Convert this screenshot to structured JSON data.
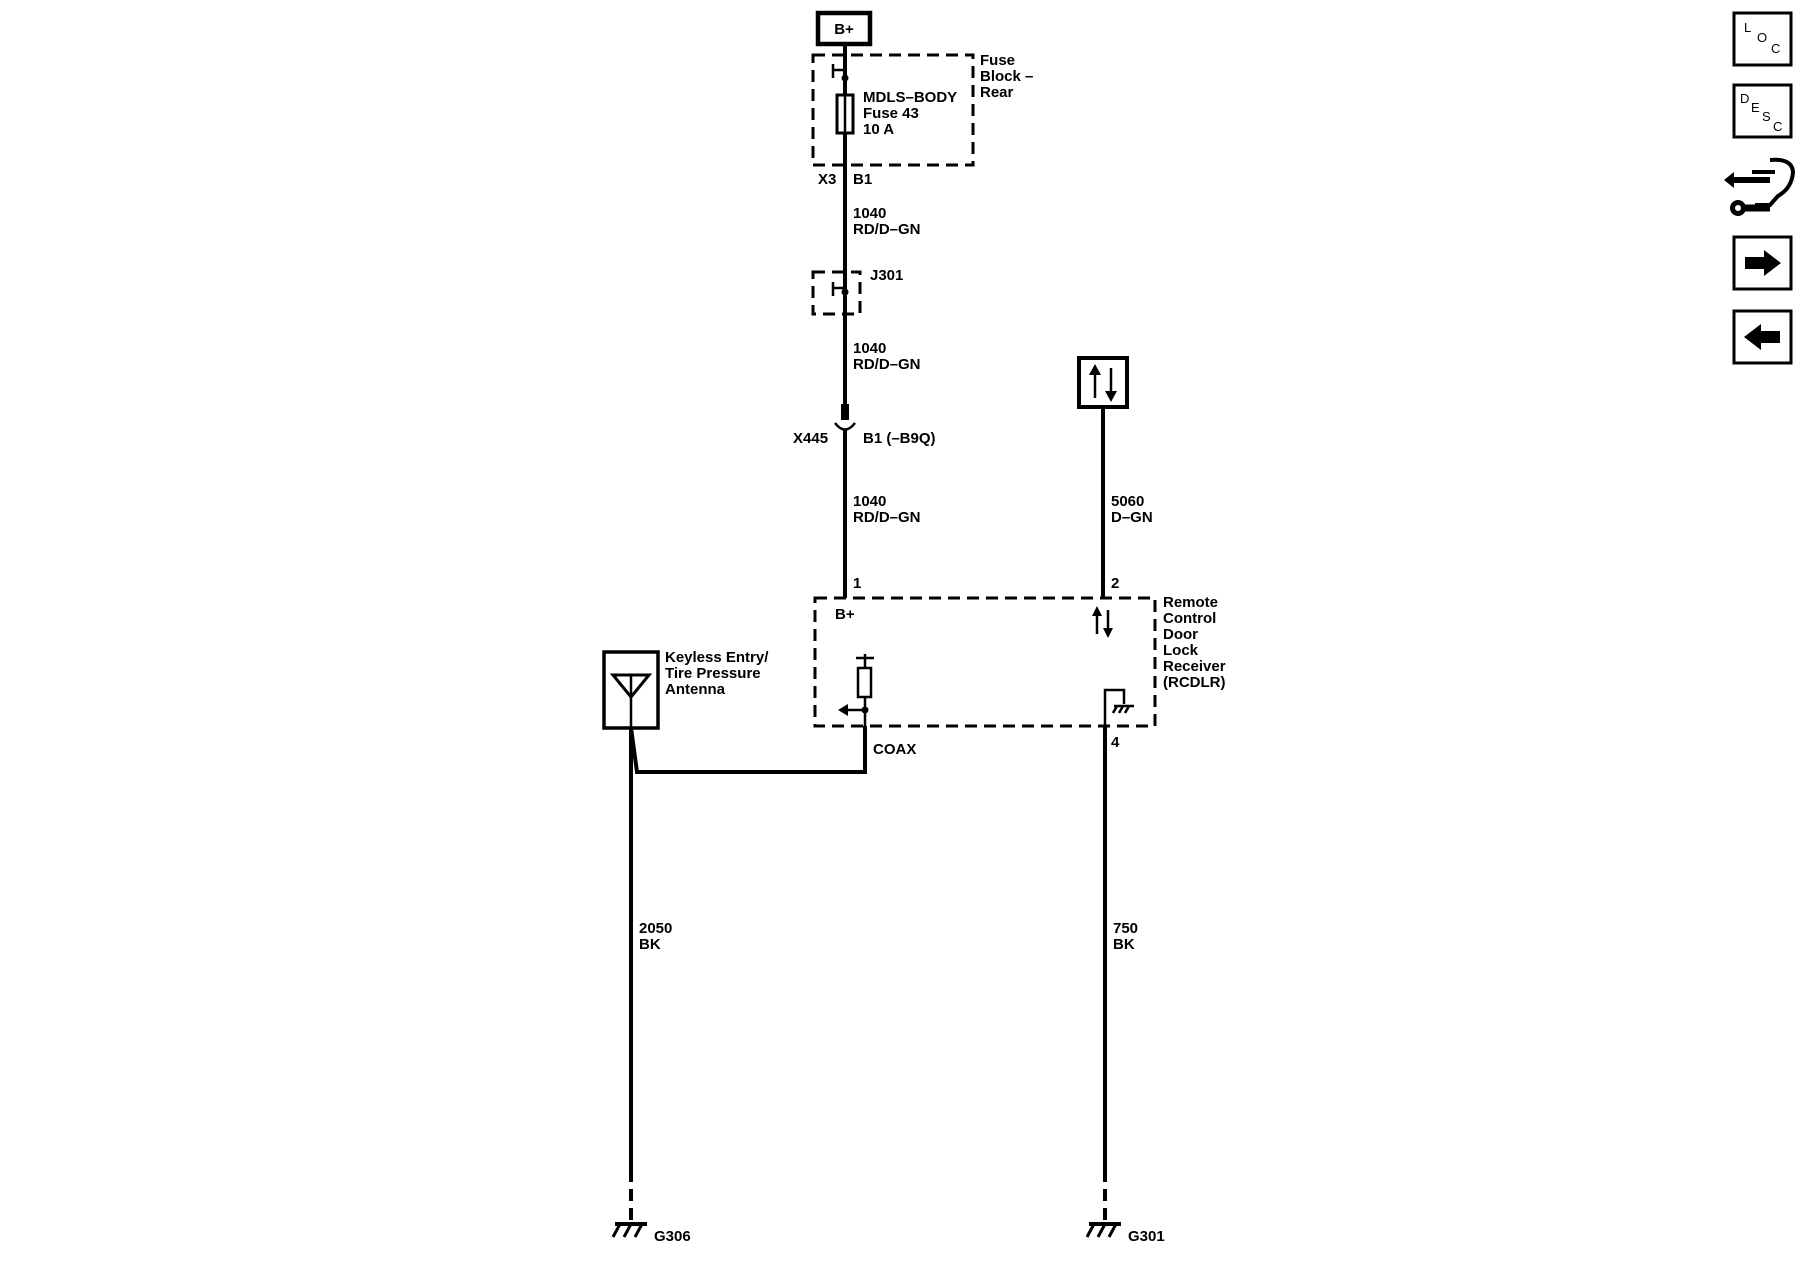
{
  "power": {
    "label": "B+"
  },
  "fuse_block": {
    "name_lines": [
      "Fuse",
      "Block –",
      "Rear"
    ],
    "fuse_lines": [
      "MDLS–BODY",
      "Fuse 43",
      "10 A"
    ],
    "conn_left": "X3",
    "conn_right": "B1"
  },
  "wires": {
    "w1040a": {
      "num": "1040",
      "color": "RD/D–GN"
    },
    "w1040b": {
      "num": "1040",
      "color": "RD/D–GN"
    },
    "w1040c": {
      "num": "1040",
      "color": "RD/D–GN"
    },
    "w5060": {
      "num": "5060",
      "color": "D–GN"
    },
    "w2050": {
      "num": "2050",
      "color": "BK"
    },
    "w750": {
      "num": "750",
      "color": "BK"
    },
    "coax": "COAX"
  },
  "splice": {
    "label": "J301"
  },
  "inline_conn": {
    "left": "X445",
    "right": "B1 (–B9Q)"
  },
  "rcdlr": {
    "name_lines": [
      "Remote",
      "Control",
      "Door",
      "Lock",
      "Receiver",
      "(RCDLR)"
    ],
    "pin1": "1",
    "pin2": "2",
    "pin4": "4",
    "bplus": "B+"
  },
  "antenna": {
    "name_lines": [
      "Keyless Entry/",
      "Tire Pressure",
      "Antenna"
    ]
  },
  "grounds": {
    "left": "G306",
    "right": "G301"
  },
  "nav": {
    "loc": [
      "L",
      "O",
      "C"
    ],
    "desc": [
      "D",
      "E",
      "S",
      "C"
    ],
    "icons": [
      "loc-icon",
      "desc-icon",
      "connector-wrench-icon",
      "arrow-right-icon",
      "arrow-left-icon"
    ]
  }
}
